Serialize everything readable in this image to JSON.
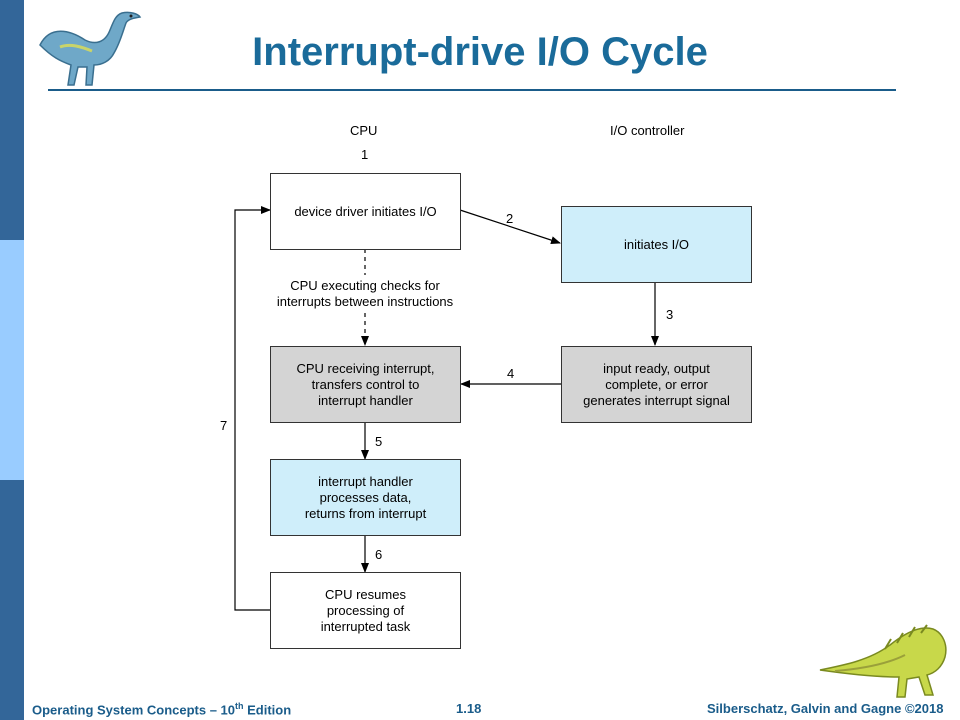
{
  "slide": {
    "title": "Interrupt-drive I/O Cycle",
    "footer_left_prefix": "Operating System Concepts – 10",
    "footer_left_sup": "th",
    "footer_left_suffix": " Edition",
    "page_number": "1.18",
    "footer_right": "Silberschatz, Galvin and Gagne ©2018"
  },
  "diagram": {
    "column_cpu": "CPU",
    "column_io": "I/O controller",
    "step_1": "1",
    "step_2": "2",
    "step_3": "3",
    "step_4": "4",
    "step_5": "5",
    "step_6": "6",
    "step_7": "7",
    "box_driver": "device driver initiates I/O",
    "box_initiates": "initiates I/O",
    "note_executing": "CPU executing checks for\ninterrupts between instructions",
    "box_receiving": "CPU receiving interrupt,\ntransfers control to\ninterrupt handler",
    "box_input_ready": "input ready, output\ncomplete, or error\ngenerates interrupt signal",
    "box_handler": "interrupt handler\nprocesses data,\nreturns from interrupt",
    "box_resumes": "CPU resumes\nprocessing of\ninterrupted task"
  },
  "colors": {
    "sidebar_dark": "#336699",
    "sidebar_light": "#99ccff",
    "title": "#1a6b9a",
    "box_blue": "#cfeefa",
    "box_gray": "#d4d4d4"
  }
}
